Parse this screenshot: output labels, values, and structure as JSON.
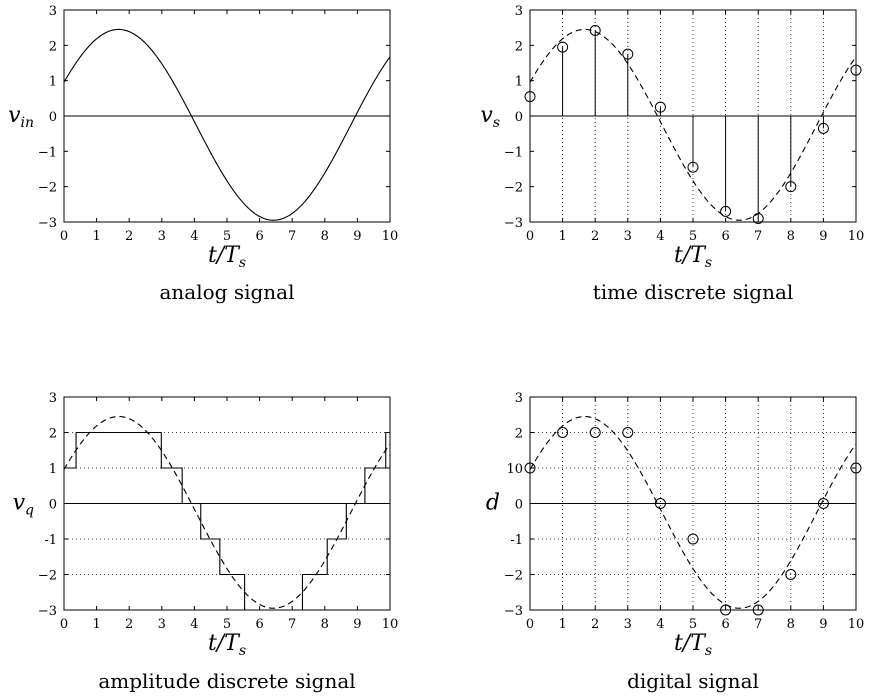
{
  "chart_data": [
    {
      "id": "analog",
      "type": "line",
      "caption": "analog signal",
      "xlabel": "t/T",
      "xlabel_sub": "s",
      "ylabel": "v",
      "ylabel_sub": "in",
      "xlim": [
        0,
        10
      ],
      "ylim": [
        -3,
        3
      ],
      "xticks": [
        0,
        1,
        2,
        3,
        4,
        5,
        6,
        7,
        8,
        9,
        10
      ],
      "yticks": [
        -3,
        -2,
        -1,
        0,
        1,
        2,
        3
      ],
      "ytick_labels": [
        "−3",
        "−2",
        "−1",
        "0",
        "1",
        "2",
        "3"
      ],
      "grid": false,
      "signal": {
        "amplitude": 2.7,
        "offset": -0.25,
        "period": 9.5,
        "phase_zero": -0.7
      },
      "series": [
        {
          "style": "solid-curve"
        }
      ]
    },
    {
      "id": "time-discrete",
      "type": "line",
      "caption": "time discrete signal",
      "xlabel": "t/T",
      "xlabel_sub": "s",
      "ylabel": "v",
      "ylabel_sub": "s",
      "xlim": [
        0,
        10
      ],
      "ylim": [
        -3,
        3
      ],
      "xticks": [
        0,
        1,
        2,
        3,
        4,
        5,
        6,
        7,
        8,
        9,
        10
      ],
      "yticks": [
        -3,
        -2,
        -1,
        0,
        1,
        2,
        3
      ],
      "ytick_labels": [
        "−3",
        "−2",
        "−1",
        "0",
        "1",
        "2",
        "3"
      ],
      "grid": "vertical-dotted",
      "signal": {
        "amplitude": 2.7,
        "offset": -0.25,
        "period": 9.5,
        "phase_zero": -0.7
      },
      "series": [
        {
          "style": "dashed-curve"
        },
        {
          "style": "stem-circles",
          "x": [
            0,
            1,
            2,
            3,
            4,
            5,
            6,
            7,
            8,
            9,
            10
          ],
          "y": [
            0.55,
            1.95,
            2.42,
            1.75,
            0.25,
            -1.45,
            -2.7,
            -2.9,
            -2.0,
            -0.35,
            1.3
          ]
        }
      ]
    },
    {
      "id": "amplitude-discrete",
      "type": "line",
      "caption": "amplitude discrete signal",
      "xlabel": "t/T",
      "xlabel_sub": "s",
      "ylabel": "v",
      "ylabel_sub": "q",
      "xlim": [
        0,
        10
      ],
      "ylim": [
        -3,
        3
      ],
      "xticks": [
        0,
        1,
        2,
        3,
        4,
        5,
        6,
        7,
        8,
        9,
        10
      ],
      "yticks": [
        -3,
        -2,
        -1,
        0,
        1,
        2,
        3
      ],
      "ytick_labels": [
        "−3",
        "−2",
        "-1",
        "0",
        "1",
        "2",
        "3"
      ],
      "grid": "horizontal-dotted",
      "signal": {
        "amplitude": 2.7,
        "offset": -0.25,
        "period": 9.5,
        "phase_zero": -0.7
      },
      "series": [
        {
          "style": "dashed-curve"
        },
        {
          "style": "staircase"
        }
      ]
    },
    {
      "id": "digital",
      "type": "scatter",
      "caption": "digital signal",
      "xlabel": "t/T",
      "xlabel_sub": "s",
      "ylabel": "d",
      "ylabel_sub": "",
      "xlim": [
        0,
        10
      ],
      "ylim": [
        -3,
        3
      ],
      "xticks": [
        0,
        1,
        2,
        3,
        4,
        5,
        6,
        7,
        8,
        9,
        10
      ],
      "yticks": [
        -3,
        -2,
        -1,
        0,
        1,
        2,
        3
      ],
      "ytick_labels": [
        "−3",
        "−2",
        "-1",
        "0",
        "10",
        "2",
        "3"
      ],
      "grid": "both-dotted",
      "signal": {
        "amplitude": 2.7,
        "offset": -0.25,
        "period": 9.5,
        "phase_zero": -0.7
      },
      "series": [
        {
          "style": "dashed-curve"
        },
        {
          "style": "circles",
          "x": [
            0,
            1,
            2,
            3,
            4,
            5,
            6,
            7,
            8,
            9,
            10
          ],
          "y": [
            1,
            2,
            2,
            2,
            0,
            -1,
            -3,
            -3,
            -2,
            0,
            1
          ]
        }
      ]
    }
  ]
}
